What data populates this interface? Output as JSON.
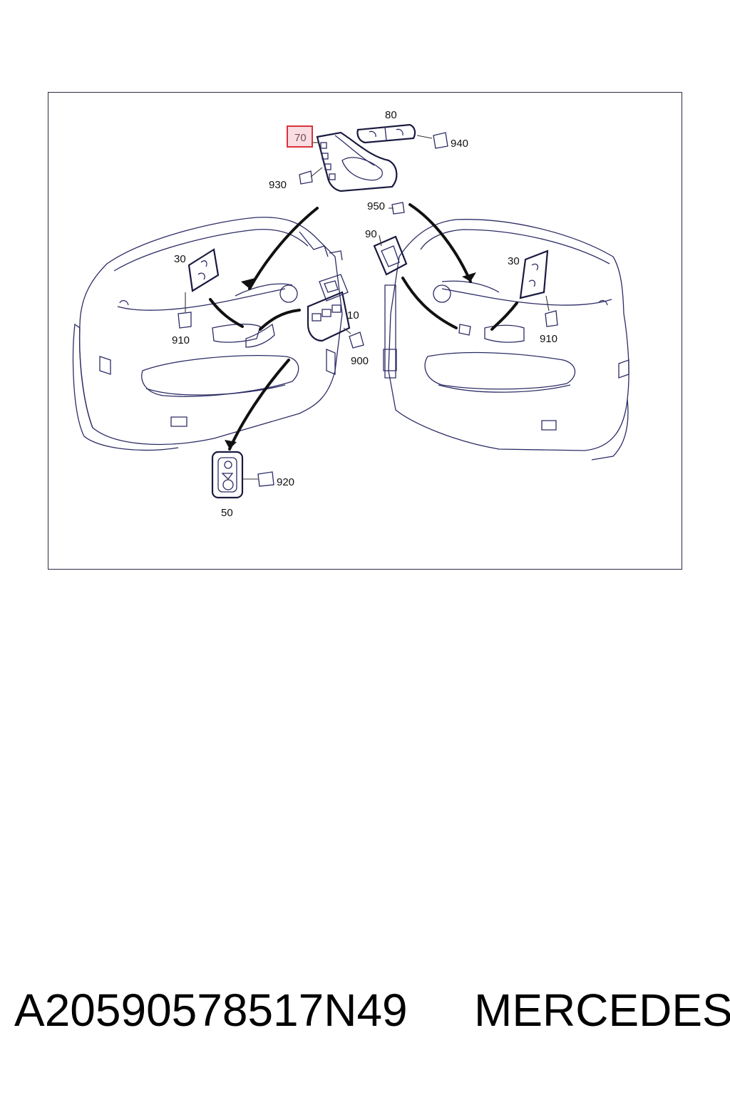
{
  "callouts": {
    "c70": "70",
    "c80": "80",
    "c940": "940",
    "c930": "930",
    "c950": "950",
    "c90": "90",
    "c30_left": "30",
    "c30_right": "30",
    "c10": "10",
    "c910_left": "910",
    "c910_right": "910",
    "c900": "900",
    "c920": "920",
    "c50": "50"
  },
  "highlighted_callout": "70",
  "colors": {
    "highlight_border": "#d9323a",
    "highlight_fill": "#f8dde2",
    "line": "#2c2c66"
  },
  "caption": {
    "part_number": "A20590578517N49",
    "brand": "MERCEDES"
  }
}
